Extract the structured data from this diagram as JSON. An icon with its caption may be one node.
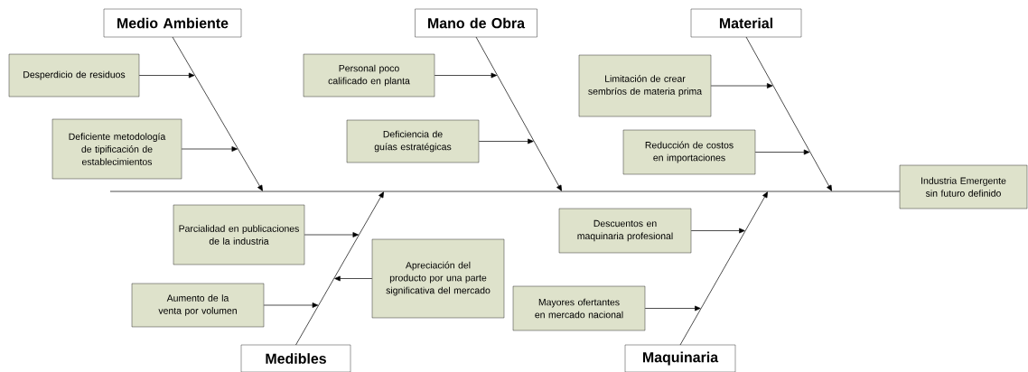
{
  "diagram": {
    "nodes": [
      {
        "text": [
          "Medio Ambiente"
        ]
      },
      {
        "text": [
          "Desperdicio de residuos"
        ]
      },
      {
        "text": [
          "Deficiente metodología de tipificación de establecimientos"
        ]
      },
      {
        "text": [
          "Mano de Obra"
        ]
      },
      {
        "text": [
          "Personal poco calificado en planta"
        ]
      },
      {
        "text": [
          "Deficiencia de guías estratégicas"
        ]
      },
      {
        "text": [
          "Material"
        ]
      },
      {
        "text": [
          "Limitación de crear sembríos de materia prima"
        ]
      },
      {
        "text": [
          "Reducción de costos en importaciones"
        ]
      },
      {
        "text": [
          "Industria Emergente sin futuro definido"
        ]
      },
      {
        "text": [
          "Parcialidad en publicaciones de la industria"
        ]
      },
      {
        "text": [
          "Apreciación del producto por una parte significativa del mercado"
        ]
      },
      {
        "text": [
          "Aumento de la venta por volumen"
        ]
      },
      {
        "text": [
          "Medibles"
        ]
      },
      {
        "text": [
          "Descuentos en maquinaria profesional"
        ]
      },
      {
        "text": [
          "Mayores ofertantes en mercado nacional"
        ]
      },
      {
        "text": [
          "Maquinaria"
        ]
      }
    ],
    "edges": [
      {
        "from": null,
        "to": 9,
        "arrow": "none"
      },
      {
        "from": 0,
        "to": null,
        "arrow": "to"
      },
      {
        "from": 3,
        "to": null,
        "arrow": "to"
      },
      {
        "from": 6,
        "to": null,
        "arrow": "to"
      },
      {
        "from": 13,
        "to": null,
        "arrow": "to"
      },
      {
        "from": 16,
        "to": null,
        "arrow": "to"
      },
      {
        "from": 1,
        "to": null,
        "arrow": "to"
      },
      {
        "from": 2,
        "to": null,
        "arrow": "to"
      },
      {
        "from": 4,
        "to": null,
        "arrow": "to"
      },
      {
        "from": 5,
        "to": null,
        "arrow": "to"
      },
      {
        "from": 7,
        "to": null,
        "arrow": "to"
      },
      {
        "from": 8,
        "to": null,
        "arrow": "to"
      },
      {
        "from": 10,
        "to": null,
        "arrow": "to"
      },
      {
        "from": 11,
        "to": null,
        "arrow": "to"
      },
      {
        "from": 12,
        "to": null,
        "arrow": "to"
      },
      {
        "from": 14,
        "to": null,
        "arrow": "to"
      },
      {
        "from": 15,
        "to": null,
        "arrow": "to"
      }
    ]
  }
}
